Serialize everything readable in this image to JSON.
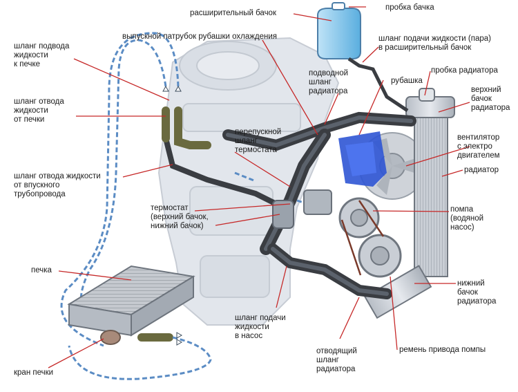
{
  "labels": {
    "expansion_tank": "расширительный бачок",
    "expansion_tank_cap": "пробка бачка",
    "jacket_outlet": "выпускной патрубок рубашки охлаждения",
    "heater_supply_hose": "шланг подвода\nжидкости\nк печке",
    "steam_hose": "шланг подачи жидкости (пара)\nв расширительный бачок",
    "radiator_inlet_hose": "подводной\nшланг\nрадиатора",
    "jacket": "рубашка",
    "radiator_cap": "пробка радиатора",
    "heater_return_hose": "шланг отвода\nжидкости\nот печки",
    "upper_tank": "верхний\nбачок\nрадиатора",
    "bypass_hose": "перепускной\nшланг\nтермостата",
    "fan": "вентилятор\nс электро\nдвигателем",
    "intake_return_hose": "шланг отвода жидкости\nот впускного\nтрубопровода",
    "radiator": "радиатор",
    "thermostat": "термостат\n(верхний бачок,\nнижний бачок)",
    "pump": "помпа\n(водяной\nнасос)",
    "heater": "печка",
    "lower_tank": "нижний\nбачок\nрадиатора",
    "pump_supply_hose": "шланг подачи\nжидкости\nв насос",
    "heater_tap": "кран печки",
    "outlet_hose": "отводящий\nшланг\nрадиатора",
    "pump_belt": "ремень привода помпы"
  },
  "colors": {
    "leader": "#c62828",
    "engine": "#e4e8ee",
    "hose": "#3a3d42",
    "coolant_flow": "#5b8cc4",
    "jacket_blue": "#2f55d4",
    "radiator_metal": "#cfd4da",
    "tank": "#7fc4ec"
  }
}
